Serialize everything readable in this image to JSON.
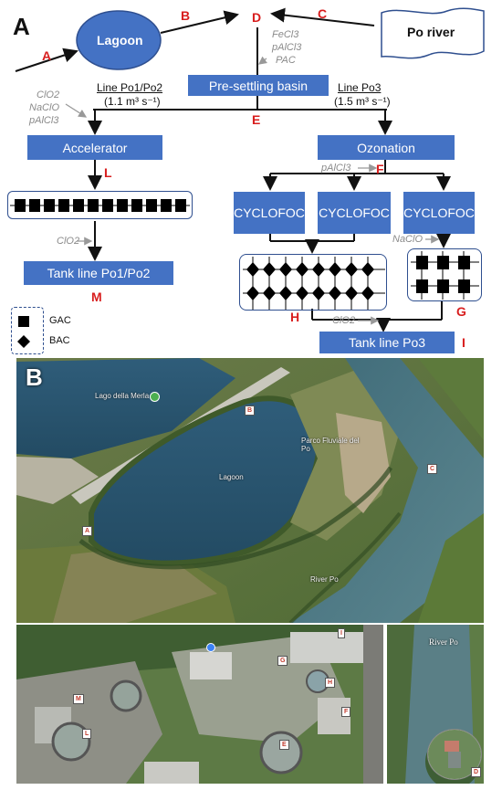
{
  "panel_a": {
    "letter": "A",
    "nodes": {
      "lagoon": "Lagoon",
      "po_river": "Po river",
      "pre_settling": "Pre-settling basin",
      "accelerator": "Accelerator",
      "ozonation": "Ozonation",
      "cyclofoc_1": "CYCLOFOC",
      "cyclofoc_2": "CYCLOFOC",
      "cyclofoc_3": "CYCLOFOC",
      "tank_po1po2": "Tank line Po1/Po2",
      "tank_po3": "Tank line Po3"
    },
    "points": {
      "a": "A",
      "b": "B",
      "c": "C",
      "d": "D",
      "e": "E",
      "f": "F",
      "g": "G",
      "h": "H",
      "i": "I",
      "l": "L",
      "m": "M"
    },
    "lines": {
      "po1po2_name": "Line Po1/Po2",
      "po1po2_flow": "(1.1 m³ s⁻¹)",
      "po3_name": "Line Po3",
      "po3_flow": "(1.5 m³ s⁻¹)"
    },
    "chemicals": {
      "pre_1": "FeCl3",
      "pre_2": "pAlCl3",
      "pre_3": "PAC",
      "acc_1": "ClO2",
      "acc_2": "NaClO",
      "acc_3": "pAlCl3",
      "cyclo": "pAlCl3",
      "naclo": "NaClO",
      "clo2_left": "ClO2",
      "clo2_right": "ClO2"
    },
    "legend": {
      "gac": "GAC",
      "bac": "BAC"
    }
  },
  "panel_b": {
    "letter": "B",
    "map_labels": {
      "lago": "Lago della Merla",
      "lagoon": "Lagoon",
      "parco": "Parco Fluviale del Po",
      "river": "River Po",
      "a": "A",
      "b": "B",
      "c": "C"
    },
    "plant_labels": {
      "i": "I",
      "g": "G",
      "h": "H",
      "f": "F",
      "e": "E",
      "m": "M",
      "l": "L",
      "d": "D"
    },
    "inset_label": "River Po"
  }
}
